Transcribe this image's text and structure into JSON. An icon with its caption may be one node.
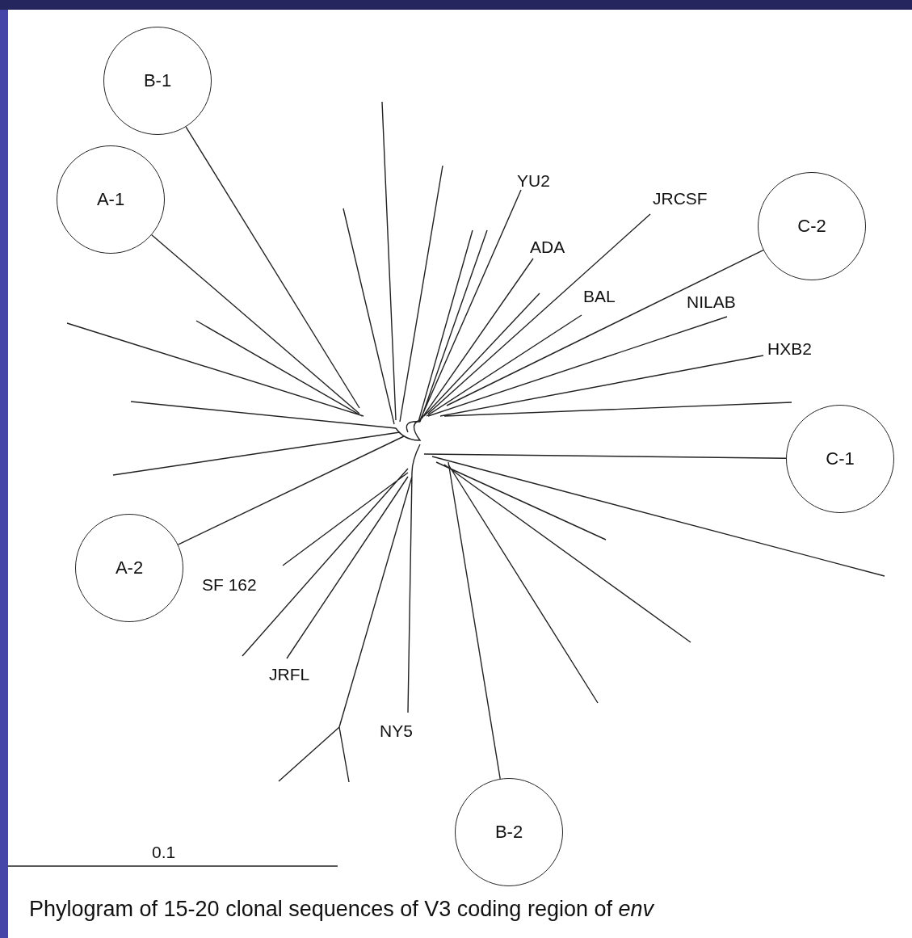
{
  "diagram": {
    "caption": "Phylogram of 15-20 clonal sequences of V3 coding region of *env*",
    "nodes": [
      {
        "text": [
          "B-1"
        ]
      },
      {
        "text": [
          "A-1"
        ]
      },
      {
        "text": [
          "C-2"
        ]
      },
      {
        "text": [
          "C-1"
        ]
      },
      {
        "text": [
          "A-2"
        ]
      },
      {
        "text": [
          "B-2"
        ]
      }
    ],
    "edges": [
      {
        "from": null,
        "to": 0,
        "arrow": "none"
      },
      {
        "from": null,
        "to": 1,
        "arrow": "none"
      },
      {
        "from": null,
        "to": 2,
        "arrow": "none"
      },
      {
        "from": null,
        "to": 3,
        "arrow": "none"
      },
      {
        "from": null,
        "to": 4,
        "arrow": "none"
      },
      {
        "from": null,
        "to": 5,
        "arrow": "none"
      }
    ],
    "labels": [
      "YU2",
      "JRCSF",
      "ADA",
      "BAL",
      "NILAB",
      "HXB2",
      "SF 162",
      "JRFL",
      "NY5",
      "0.1"
    ]
  }
}
